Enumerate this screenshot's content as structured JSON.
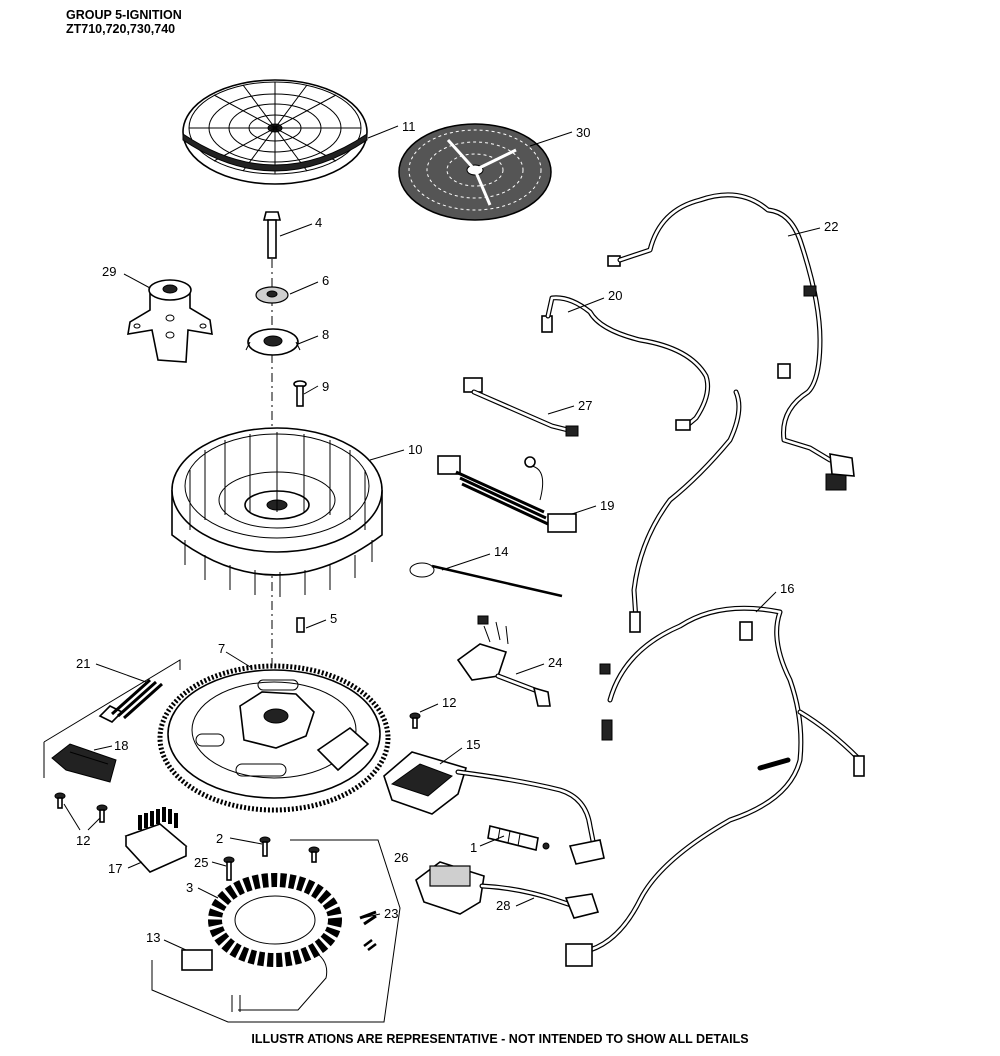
{
  "header": {
    "title": "GROUP 5-IGNITION",
    "models": "ZT710,720,730,740"
  },
  "footer": {
    "note": "ILLUSTR ATIONS ARE REPRESENTATIVE - NOT INTENDED  TO SHOW ALL DETAILS"
  },
  "callouts": [
    "11",
    "30",
    "4",
    "22",
    "29",
    "6",
    "20",
    "8",
    "9",
    "27",
    "10",
    "19",
    "14",
    "16",
    "5",
    "7",
    "24",
    "21",
    "12",
    "18",
    "15",
    "12",
    "2",
    "26",
    "1",
    "25",
    "17",
    "3",
    "23",
    "28",
    "13"
  ]
}
